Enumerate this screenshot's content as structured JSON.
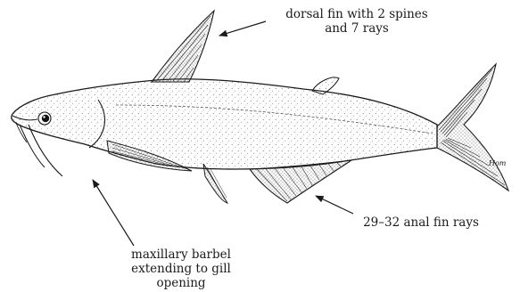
{
  "annotations": {
    "dorsal": {
      "lines": [
        "dorsal fin with 2 spines",
        "and 7 rays"
      ]
    },
    "anal": {
      "text": "29–32 anal fin rays"
    },
    "barbel": {
      "lines": [
        "maxillary barbel",
        "extending to gill",
        "opening"
      ]
    }
  },
  "signature": "Hom",
  "colors": {
    "ink": "#1a1a1a",
    "background": "#ffffff"
  }
}
